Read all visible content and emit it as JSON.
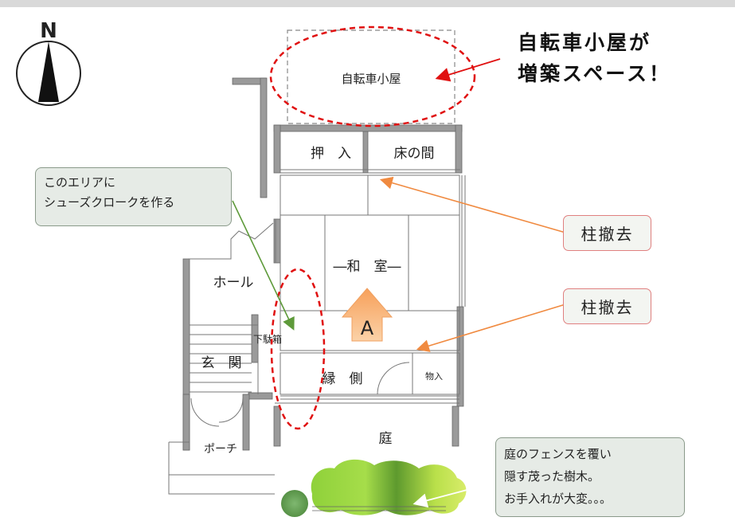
{
  "compass": {
    "north_label": "N"
  },
  "rooms": {
    "bicycle_shed": "自転車小屋",
    "closet": "押　入",
    "alcove": "床の間",
    "washitsu": "―和　室―",
    "hall": "ホール",
    "shoe_cabinet": "下駄箱",
    "entrance": "玄　関",
    "engawa": "縁　側",
    "storage": "物入",
    "porch": "ポーチ",
    "garden": "庭"
  },
  "viewpoint_label": "A",
  "annotations": {
    "extension_line1": "自転車小屋が",
    "extension_line2": "増築スペース！",
    "pillar_removal_1": "柱撤去",
    "pillar_removal_2": "柱撤去",
    "shoe_closet_line1": "このエリアに",
    "shoe_closet_line2": "シューズクロークを作る",
    "fence_line1": "庭のフェンスを覆い",
    "fence_line2": "隠す茂った樹木。",
    "fence_line3": "お手入れが大変。。。"
  },
  "colors": {
    "wall": "#9a9a9a",
    "dashed_circle": "#e01010",
    "arrow_orange": "#f08a40",
    "arrow_green": "#5e9a3a",
    "tree_green": "#8fd13a",
    "top_bar": "#d9d9d9"
  }
}
